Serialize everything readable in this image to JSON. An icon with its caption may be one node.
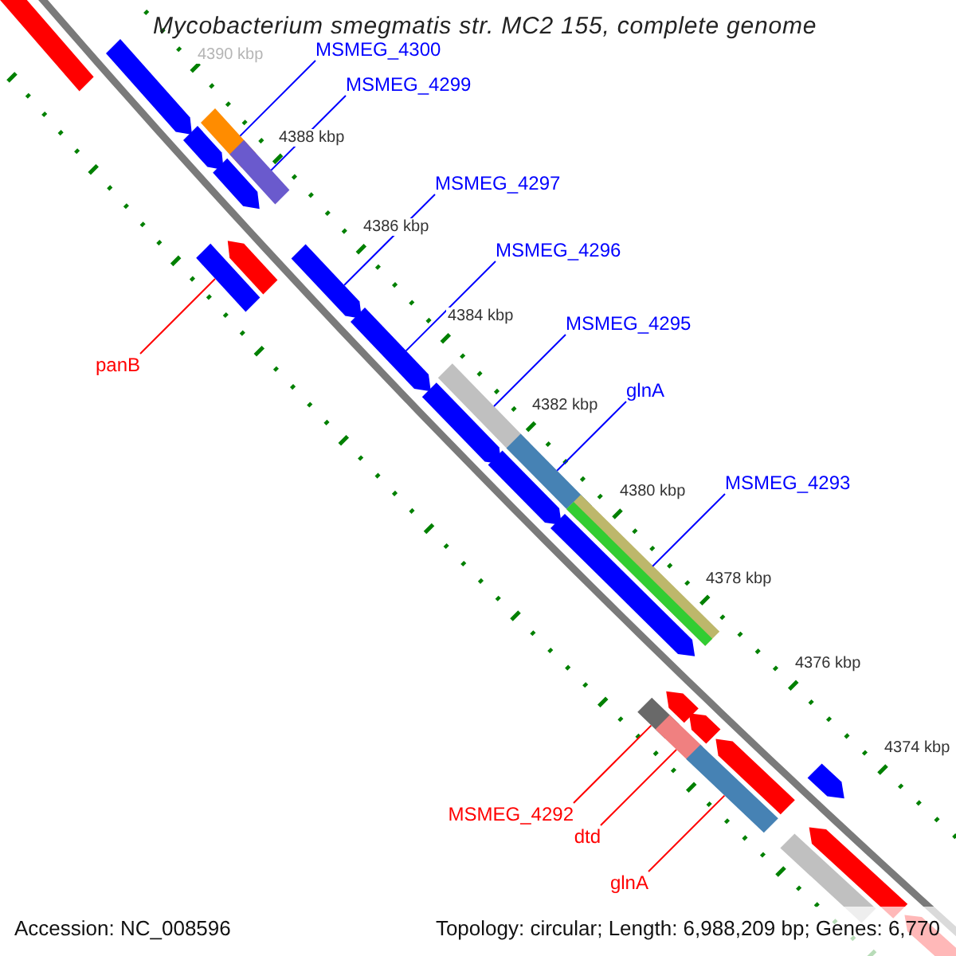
{
  "diagram": {
    "title": "Mycobacterium smegmatis str. MC2 155, complete genome",
    "nodes": [
      {
        "text": [
          "MSMEG_4300"
        ]
      },
      {
        "text": [
          "MSMEG_4299"
        ]
      },
      {
        "text": [
          "MSMEG_4297"
        ]
      },
      {
        "text": [
          "MSMEG_4296"
        ]
      },
      {
        "text": [
          "MSMEG_4295"
        ]
      },
      {
        "text": [
          "panB"
        ]
      },
      {
        "text": [
          "glnA"
        ]
      },
      {
        "text": [
          "MSMEG_4293"
        ]
      },
      {
        "text": [
          "MSMEG_4292"
        ]
      },
      {
        "text": [
          "dtd"
        ]
      },
      {
        "text": [
          "glnA"
        ]
      },
      {
        "text": [],
        "shape": "pentagon"
      },
      {
        "text": [],
        "shape": "pentagon"
      },
      {
        "text": [],
        "shape": "bar"
      },
      {
        "text": [],
        "shape": "pentagon"
      },
      {
        "text": [],
        "shape": "bar"
      },
      {
        "text": [],
        "shape": "pentagon"
      },
      {
        "text": [],
        "shape": "bar"
      },
      {
        "text": [],
        "shape": "pentagon"
      },
      {
        "text": [],
        "shape": "pentagon"
      },
      {
        "text": [],
        "shape": "pentagon"
      },
      {
        "text": [],
        "shape": "bar"
      },
      {
        "text": [],
        "shape": "pentagon"
      },
      {
        "text": [],
        "shape": "bar"
      },
      {
        "text": [],
        "shape": "pentagon"
      },
      {
        "text": [],
        "shape": "bar"
      },
      {
        "text": [],
        "shape": "pentagon"
      },
      {
        "text": [],
        "shape": "bar"
      },
      {
        "text": [],
        "shape": "pentagon"
      },
      {
        "text": [],
        "shape": "bar"
      },
      {
        "text": [],
        "shape": "pentagon"
      },
      {
        "text": [],
        "shape": "bar"
      },
      {
        "text": [],
        "shape": "pentagon"
      },
      {
        "text": [],
        "shape": "pentagon"
      },
      {
        "text": [],
        "shape": "bar"
      },
      {
        "text": [],
        "shape": "pentagon"
      },
      {
        "text": [],
        "shape": "pentagon"
      }
    ],
    "edges": [
      {
        "from": 0,
        "to": 13,
        "arrow": "none"
      },
      {
        "from": 1,
        "to": 15,
        "arrow": "none"
      },
      {
        "from": 2,
        "to": 19,
        "arrow": "none"
      },
      {
        "from": 3,
        "to": 20,
        "arrow": "none"
      },
      {
        "from": 4,
        "to": 21,
        "arrow": "none"
      },
      {
        "from": 5,
        "to": 17,
        "arrow": "none",
        "color": "#ff0000"
      },
      {
        "from": 6,
        "to": 23,
        "arrow": "none"
      },
      {
        "from": 7,
        "to": 25,
        "arrow": "none"
      },
      {
        "from": 8,
        "to": 27,
        "arrow": "none",
        "color": "#ff0000"
      },
      {
        "from": 9,
        "to": 29,
        "arrow": "none",
        "color": "#ff0000"
      },
      {
        "from": 10,
        "to": 31,
        "arrow": "none",
        "color": "#ff0000"
      }
    ],
    "labels": [
      "4390 kbp",
      "4388 kbp",
      "4386 kbp",
      "4384 kbp",
      "4382 kbp",
      "4380 kbp",
      "4378 kbp",
      "4376 kbp",
      "4374 kbp",
      "Accession: NC_008596",
      "Topology: circular; Length: 6,988,209 bp; Genes: 6,770"
    ]
  }
}
